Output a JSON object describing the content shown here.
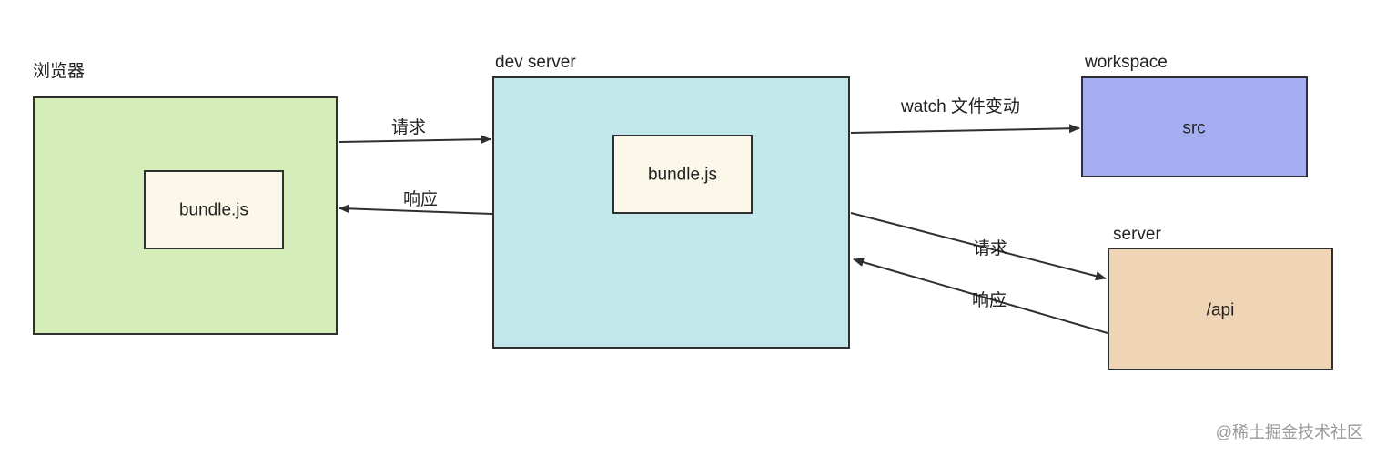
{
  "colors": {
    "browser_fill": "#d4edb9",
    "dev_server_fill": "#c1e7ea",
    "bundle_fill": "#fbf8e9",
    "workspace_fill": "#a5aef0",
    "api_fill": "#f0d4b6",
    "stroke": "#2f2f2f"
  },
  "browser": {
    "title": "浏览器",
    "bundle_label": "bundle.js"
  },
  "dev_server": {
    "title": "dev server",
    "bundle_label": "bundle.js"
  },
  "workspace": {
    "title": "workspace",
    "content": "src"
  },
  "server": {
    "title": "server",
    "content": "/api"
  },
  "edges": {
    "browser_request": "请求",
    "browser_response": "响应",
    "watch": "watch 文件变动",
    "server_request": "请求",
    "server_response": "响应"
  },
  "watermark": "@稀土掘金技术社区"
}
